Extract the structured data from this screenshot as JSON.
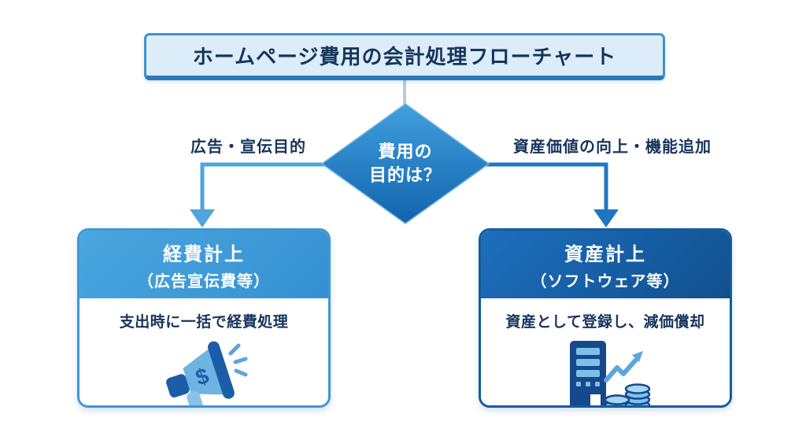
{
  "title": {
    "text": "ホームページ費用の会計処理フローチャート"
  },
  "decision": {
    "line1": "費用の",
    "line2": "目的は？"
  },
  "branches": {
    "left": {
      "label": "広告・宣伝目的"
    },
    "right": {
      "label": "資産価値の向上・機能追加"
    }
  },
  "outcomes": {
    "left": {
      "heading_line1": "経費計上",
      "heading_line2": "（広告宣伝費等）",
      "description": "支出時に一括で経費処理",
      "icon": "megaphone-dollar-icon"
    },
    "right": {
      "heading_line1": "資産計上",
      "heading_line2": "（ソフトウェア等）",
      "description": "資産として登録し、減価償却",
      "icon": "server-growth-coins-icon"
    }
  },
  "colors": {
    "navy_text": "#16355c",
    "title_bg": "#dcedf9",
    "title_border": "#3e93cf",
    "diamond_top": "#41a0dd",
    "diamond_bottom": "#1263ae",
    "left_accent": "#4fa5dc",
    "right_accent": "#2176c1",
    "left_header_top": "#4aa6de",
    "left_header_bottom": "#3590d2",
    "right_header_top": "#1d6fbd",
    "right_header_bottom": "#11508f"
  }
}
